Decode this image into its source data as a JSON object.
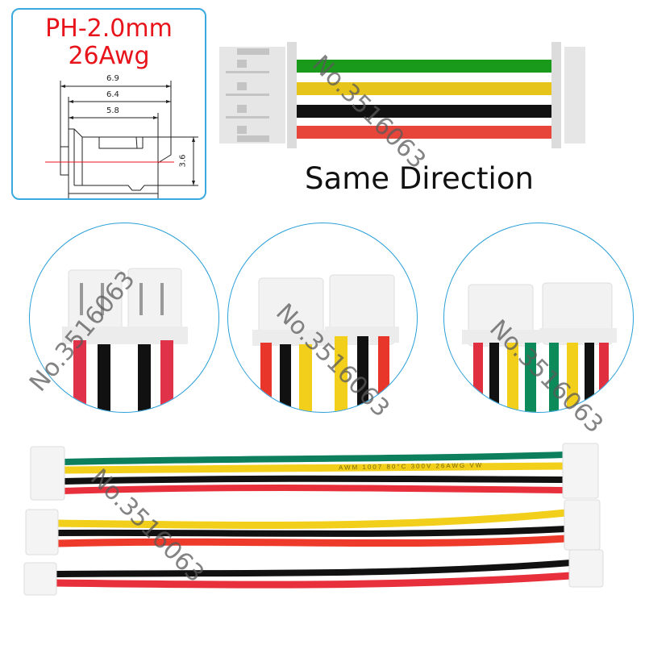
{
  "spec_card": {
    "line1": "PH-2.0mm",
    "line2": "26Awg",
    "dimensions": {
      "d1": "6.9",
      "d2": "6.4",
      "d3": "5.8",
      "height": "3.6"
    },
    "accent_color": "#e8141b",
    "border_color": "#3aa9e0"
  },
  "wiring_diagram": {
    "title": "Same Direction",
    "wire_colors": [
      "#1a9a1a",
      "#e6c41a",
      "#111111",
      "#e8453a"
    ]
  },
  "closeups": [
    {
      "pins": 2,
      "left_wires": [
        "#e0334a",
        "#111111"
      ],
      "right_wires": [
        "#111111",
        "#e0334a"
      ]
    },
    {
      "pins": 3,
      "left_wires": [
        "#e8372a",
        "#111111",
        "#f2cf1a"
      ],
      "right_wires": [
        "#f2cf1a",
        "#111111",
        "#e8372a"
      ]
    },
    {
      "pins": 4,
      "left_wires": [
        "#e03040",
        "#111111",
        "#f2cf1a",
        "#0d8a5a"
      ],
      "right_wires": [
        "#0d8a5a",
        "#f2cf1a",
        "#111111",
        "#e03040"
      ]
    }
  ],
  "cables": [
    {
      "pins": 4,
      "wires": [
        "#0d7f5c",
        "#f2cf1a",
        "#111111",
        "#e8303c"
      ]
    },
    {
      "pins": 3,
      "wires": [
        "#f2cf1a",
        "#111111",
        "#ee3a2a"
      ]
    },
    {
      "pins": 2,
      "wires": [
        "#111111",
        "#e8303c"
      ]
    }
  ],
  "wire_imprint": "AWM   1007   80°C   300V   26AWG   VW",
  "watermark": "No.3516063"
}
